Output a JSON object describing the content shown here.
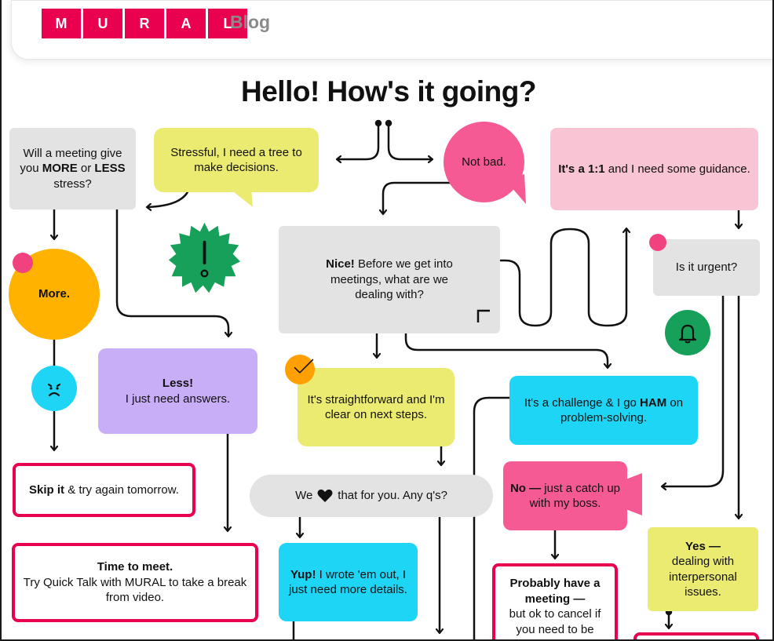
{
  "header": {
    "logo_letters": [
      "M",
      "U",
      "R",
      "A",
      "L"
    ],
    "blog_label": "Blog",
    "brand_color": "#e9004f"
  },
  "flowchart": {
    "title": "Hello! How's it going?",
    "meeting_q_1": "Will a meeting give you ",
    "meeting_q_more": "MORE",
    "meeting_q_2": " or ",
    "meeting_q_less": "LESS",
    "meeting_q_3": " stress?",
    "stressful": "Stressful, I need a tree to make decisions.",
    "not_bad": "Not bad.",
    "one_on_one_bold": "It's a 1:1",
    "one_on_one_rest": " and I need some guidance.",
    "more": "More.",
    "nice_bold": "Nice!",
    "nice_rest": " Before we get into meetings, what are we dealing with?",
    "urgent": "Is it urgent?",
    "less_bold": "Less!",
    "less_rest": "I just need answers.",
    "straightforward": "It's straightforward and I'm clear on next steps.",
    "challenge_1": "It's a challenge & I go ",
    "challenge_bold": "HAM",
    "challenge_2": " on problem-solving.",
    "skip_bold": "Skip it",
    "skip_rest": " & try again tomorrow.",
    "we_love_1": "We",
    "we_love_2": "that for you. Any q's?",
    "no_bold": "No —",
    "no_rest": " just a catch up with my boss.",
    "time_bold": "Time to meet.",
    "time_rest": "Try Quick Talk with MURAL to take a break from video.",
    "yup_bold": "Yup!",
    "yup_rest": " I wrote 'em out, I just need more details.",
    "probably_bold": "Probably have a meeting —",
    "probably_rest": "but ok to cancel if you need to be",
    "yes_bold": "Yes —",
    "yes_rest": "dealing with interpersonal issues."
  },
  "icons": [
    "exclamation-badge-icon",
    "sad-face-icon",
    "checkmark-icon",
    "bell-icon",
    "heart-icon",
    "corner-mark-icon"
  ]
}
